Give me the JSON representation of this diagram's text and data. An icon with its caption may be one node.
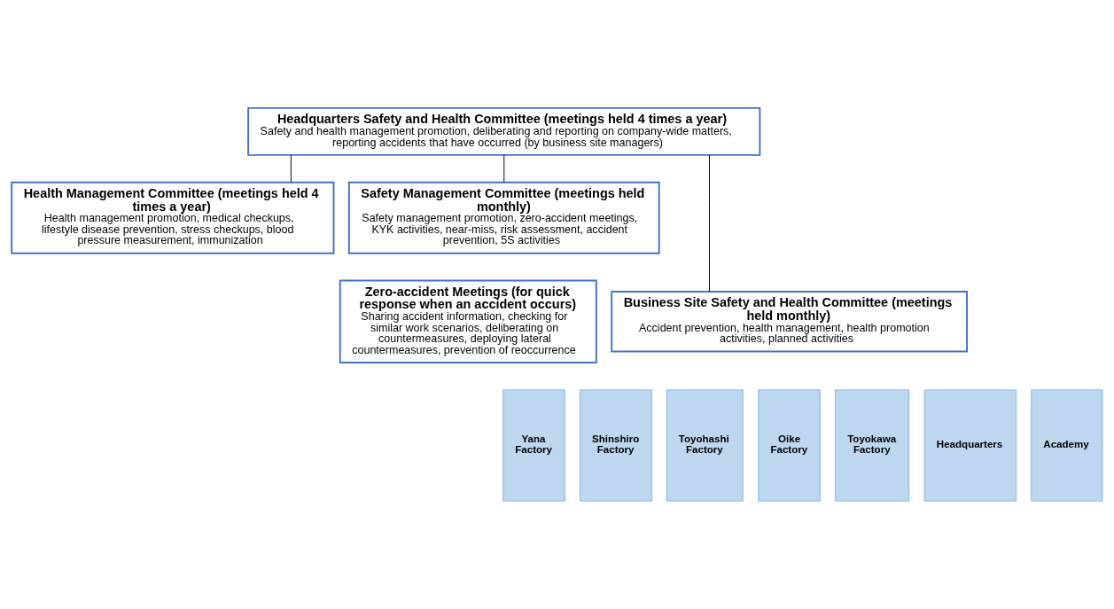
{
  "diagram": {
    "nodes": [
      {
        "text": [
          "Headquarters Safety and Health Committee (meetings held 4 times a year)",
          "Safety and health management promotion, deliberating and reporting on company-wide matters, reporting accidents that have occurred (by business site managers)"
        ]
      },
      {
        "text": [
          "Health Management Committee (meetings held 4 times a year)",
          "Health management promotion, medical checkups, lifestyle disease prevention, stress checkups, blood pressure measurement, immunization"
        ]
      },
      {
        "text": [
          "Safety Management Committee (meetings held monthly)",
          "Safety management promotion, zero-accident meetings, KYK activities, near-miss, risk assessment, accident prevention, 5S activities"
        ]
      },
      {
        "text": [
          "Business Site Safety and Health Committee (meetings held monthly)",
          "Accident prevention, health management, health promotion activities, planned activities"
        ]
      },
      {
        "text": [
          "Yana Factory"
        ]
      },
      {
        "text": [
          "Shinshiro Factory"
        ]
      },
      {
        "text": [
          "Toyohashi Factory"
        ]
      },
      {
        "text": [
          "Oike Factory"
        ]
      },
      {
        "text": [
          "Toyokawa Factory"
        ]
      },
      {
        "text": [
          "Headquarters"
        ]
      },
      {
        "text": [
          "Academy"
        ]
      },
      {
        "text": [
          "Zero-accident Meetings (for quick response when an accident occurs)",
          "Sharing accident information, checking for similar work scenarios, deliberating on countermeasures, deploying lateral countermeasures, prevention of reoccurrence"
        ]
      }
    ],
    "edges": [
      {
        "from": 0,
        "to": 1,
        "arrow": "none"
      },
      {
        "from": 0,
        "to": 2,
        "arrow": "none"
      },
      {
        "from": 0,
        "to": 3,
        "arrow": "none"
      }
    ]
  }
}
